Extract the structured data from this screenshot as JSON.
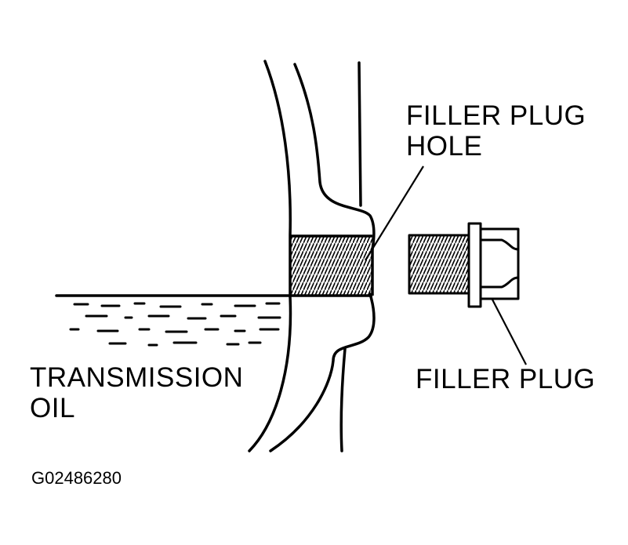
{
  "labels": {
    "filler_plug_hole_line1": "FILLER PLUG",
    "filler_plug_hole_line2": "HOLE",
    "filler_plug": "FILLER PLUG",
    "transmission_oil_line1": "TRANSMISSION",
    "transmission_oil_line2": "OIL",
    "figure_code": "G02486280"
  },
  "colors": {
    "ink": "#000000",
    "paper": "#ffffff"
  }
}
